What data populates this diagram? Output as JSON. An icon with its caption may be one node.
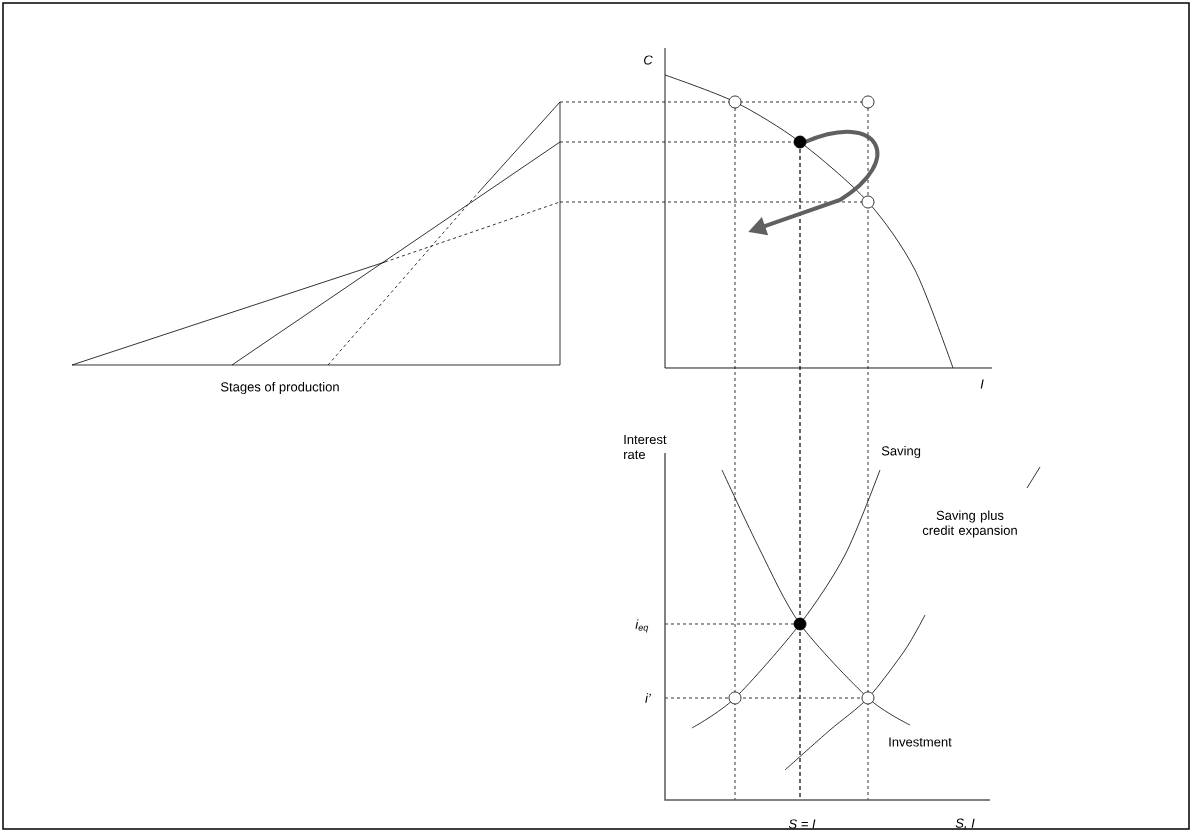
{
  "diagram": {
    "labels": [
      "C",
      "Stages of production",
      "I",
      "Interest rate",
      "Saving",
      "Saving plus credit expansion",
      "i$_{eq}$",
      "i’",
      "Investment",
      "S = I",
      "S,  I"
    ]
  }
}
